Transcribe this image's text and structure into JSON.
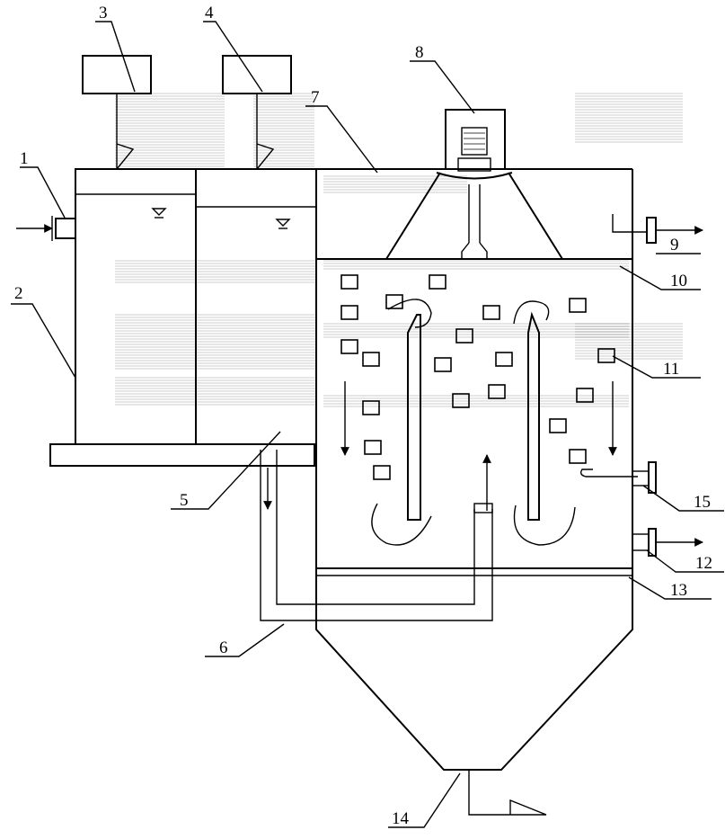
{
  "diagram": {
    "labels": {
      "inlet_pipe": "1",
      "first_tank": "2",
      "dosing_box_a": "3",
      "dosing_box_b": "4",
      "second_tank": "5",
      "transfer_pipe": "6",
      "tank_cover": "7",
      "stirring_motor": "8",
      "gas_outlet": "9",
      "partition_plate": "10",
      "carrier_block": "11",
      "water_outlet": "12",
      "bottom_plate": "13",
      "sludge_outlet": "14",
      "side_pipe": "15"
    }
  },
  "colors": {
    "line": "#000000",
    "hatch": "#444444",
    "background": "#ffffff"
  }
}
